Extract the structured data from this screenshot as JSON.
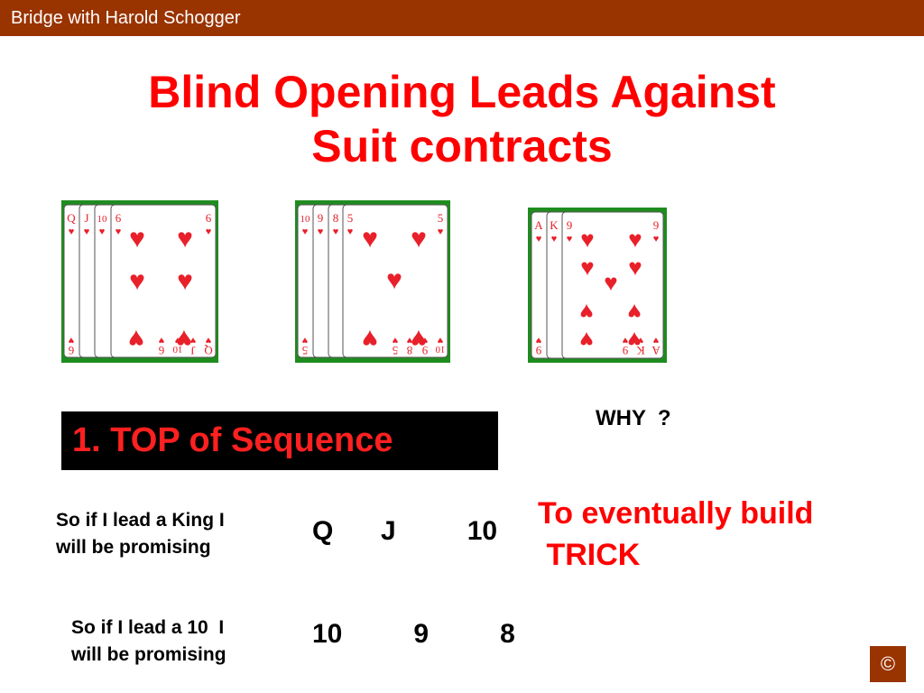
{
  "header": {
    "text": "Bridge with Harold Schogger"
  },
  "title": {
    "line1": "Blind Opening Leads Against",
    "line2": "Suit contracts"
  },
  "card_groups": [
    {
      "ranks": [
        "Q",
        "J",
        "10",
        "6"
      ]
    },
    {
      "ranks": [
        "10",
        "9",
        "8",
        "5"
      ]
    },
    {
      "ranks": [
        "A",
        "K",
        "9"
      ]
    }
  ],
  "section": {
    "label": "1. TOP of Sequence"
  },
  "why": {
    "text": "WHY  ?"
  },
  "reason": {
    "line1": "To eventually build",
    "line2": " TRICK"
  },
  "examples": [
    {
      "line1": "So if I lead a King I",
      "line2": "will be promising",
      "sequence": "Q  J   10"
    },
    {
      "line1": "So if I lead a 10  I",
      "line2": "will be promising",
      "sequence": "10   9   8"
    }
  ],
  "footer": {
    "symbol": "©"
  },
  "colors": {
    "header": "#993300",
    "title": "#ff0000",
    "card_border": "#1e8c1e",
    "heart": "#e8202a"
  }
}
